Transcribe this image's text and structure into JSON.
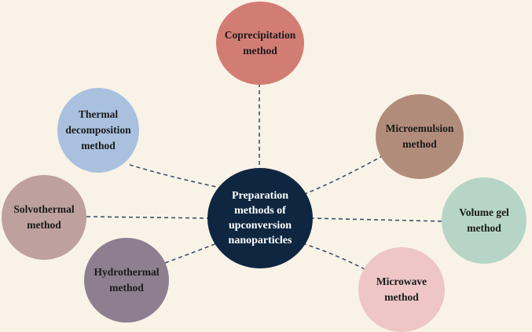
{
  "center": {
    "label": "Preparation methods of upconversion nanoparticles",
    "color": "#0e2640"
  },
  "methods": [
    {
      "id": "coprecipitation",
      "label": "Coprecipitation method",
      "color": "#d27d74"
    },
    {
      "id": "thermal-decomposition",
      "label": "Thermal decomposition method",
      "color": "#a9c1df"
    },
    {
      "id": "microemulsion",
      "label": "Microemulsion method",
      "color": "#b28c7a"
    },
    {
      "id": "solvothermal",
      "label": "Solvothermal method",
      "color": "#bea19c"
    },
    {
      "id": "volume-gel",
      "label": "Volume gel method",
      "color": "#b6d5c6"
    },
    {
      "id": "hydrothermal",
      "label": "Hydrothermal method",
      "color": "#8d7e90"
    },
    {
      "id": "microwave",
      "label": "Microwave method",
      "color": "#eec6c6"
    }
  ],
  "connector_color": "#3e5168"
}
